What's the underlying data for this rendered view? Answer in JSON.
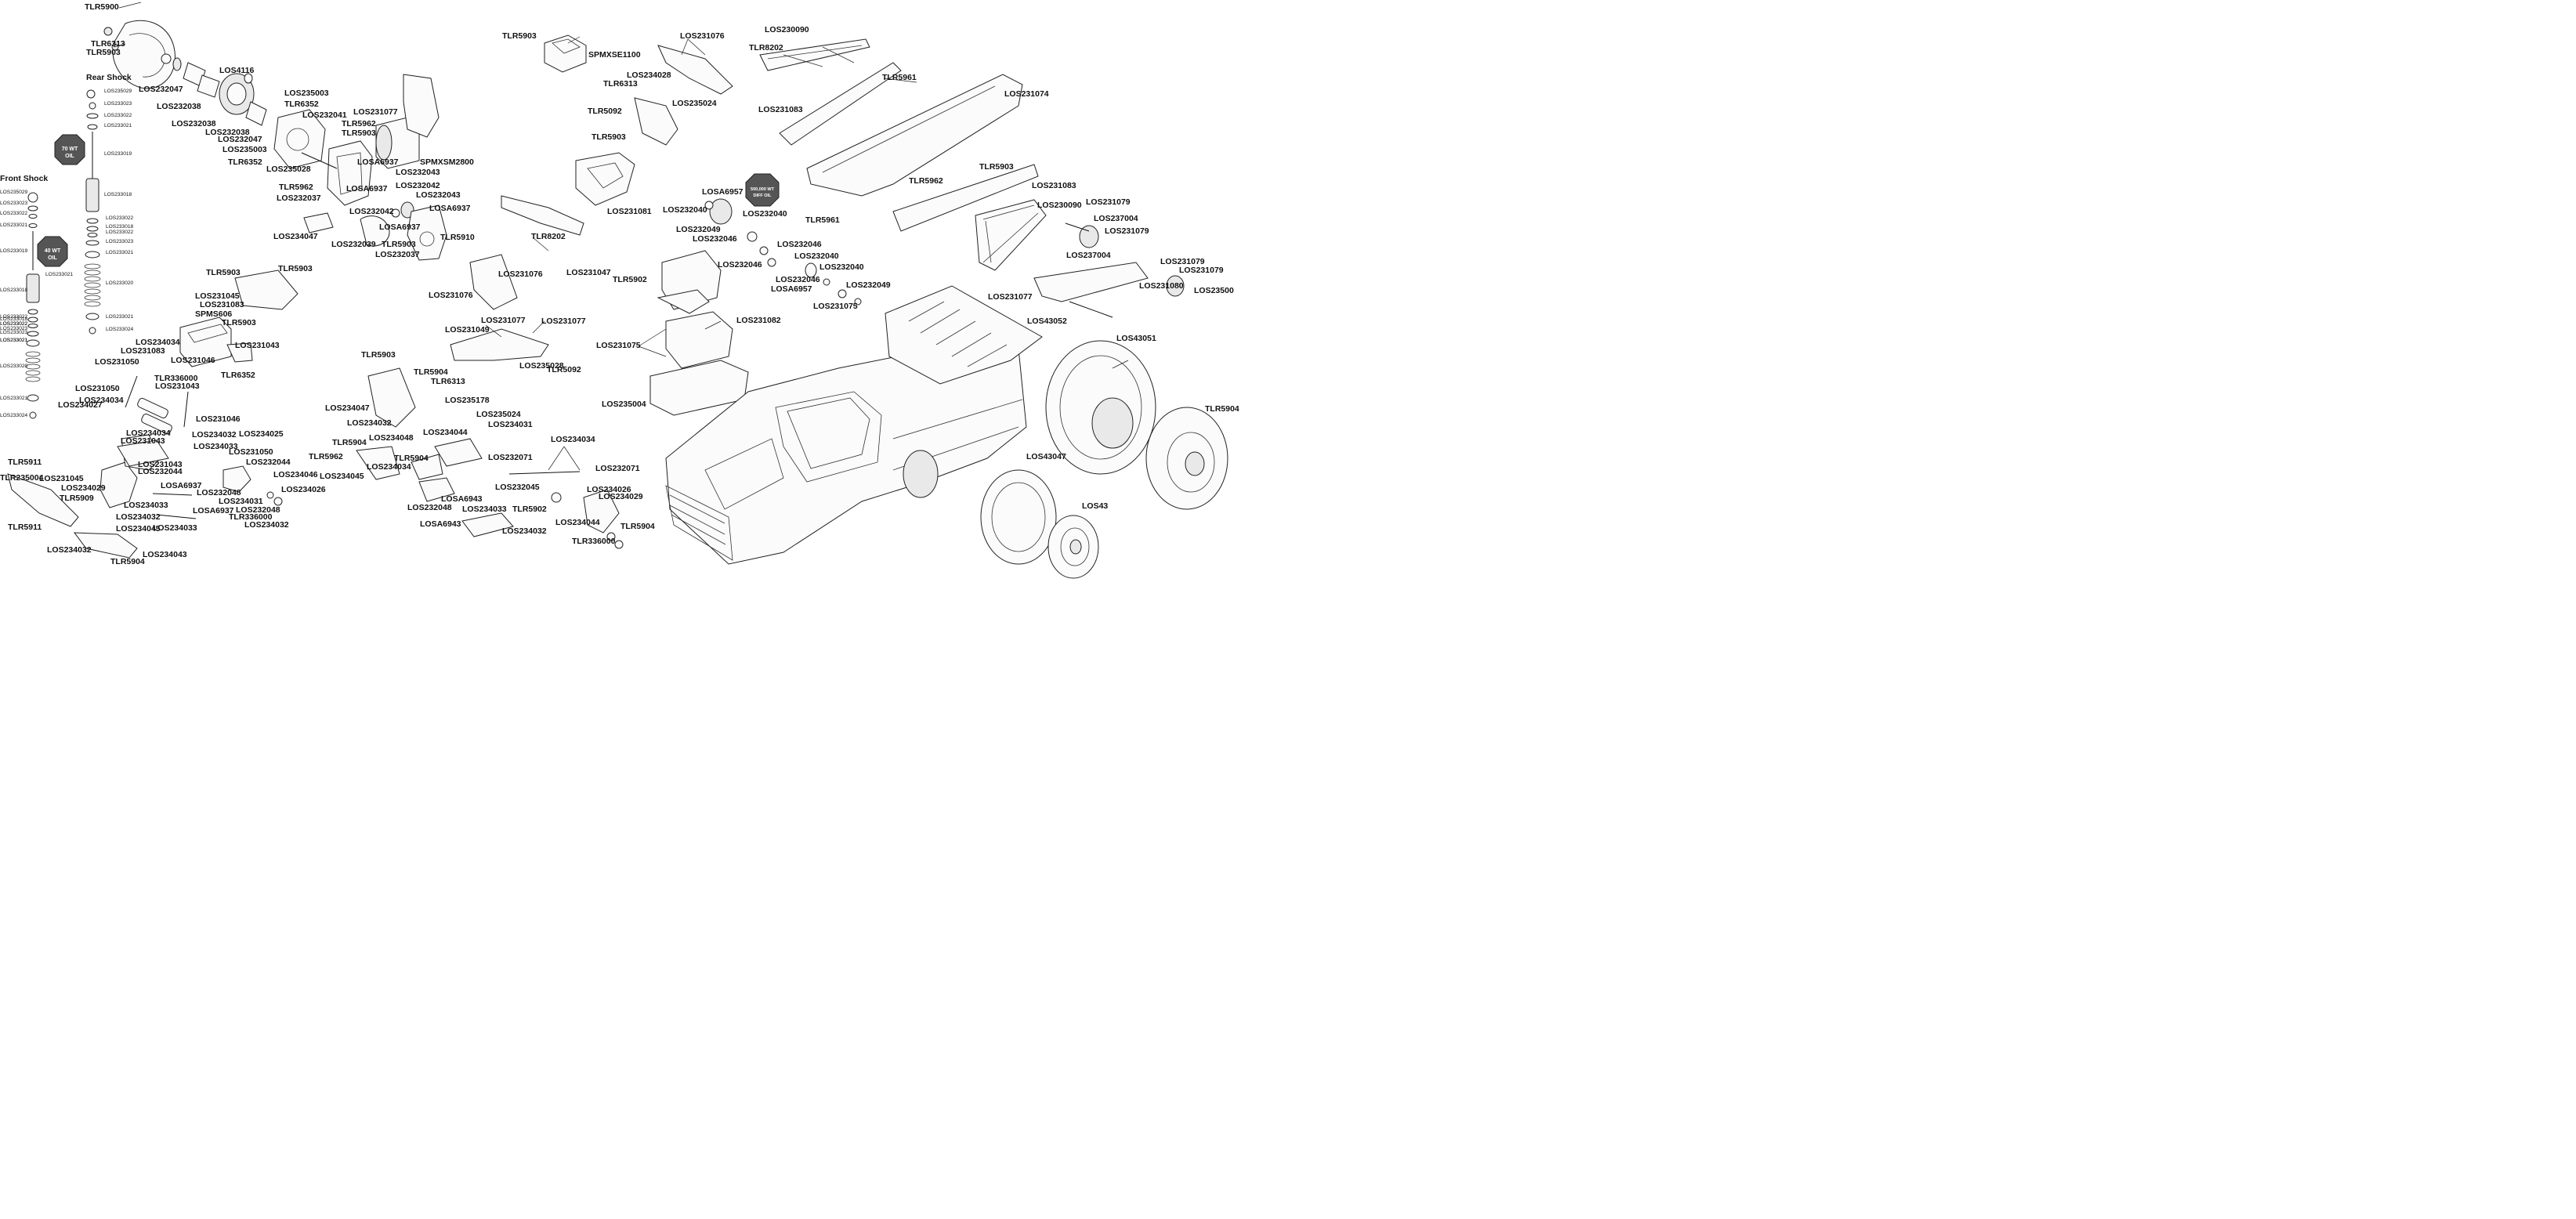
{
  "diagram": {
    "headings": {
      "rear_shock": "Rear Shock",
      "front_shock": "Front Shock"
    },
    "badges": {
      "rear_oil": [
        "70 WT",
        "OIL"
      ],
      "front_oil": [
        "40 WT",
        "OIL"
      ],
      "diff_oil": [
        "500,000 WT",
        "DIFF OIL"
      ]
    },
    "labels": [
      "TLR5900",
      "TLR6313",
      "TLR5903",
      "LOS232047",
      "LOS4116",
      "LOS232038",
      "LOS232038",
      "LOS232038",
      "LOS232047",
      "LOS235003",
      "LOS235003",
      "TLR6352",
      "LOS232041",
      "TLR5962",
      "TLR5903",
      "TLR6352",
      "LOS235028",
      "TLR5962",
      "LOS232037",
      "LOSA6937",
      "LOSA6937",
      "LOS231077",
      "SPMXSM2800",
      "LOS232043",
      "LOS232042",
      "LOS232043",
      "LOS232042",
      "LOSA6937",
      "LOSA6937",
      "TLR5910",
      "LOS234047",
      "LOS232039",
      "TLR5903",
      "LOS232037",
      "TLR5903",
      "SPMXSE1100",
      "LOS231076",
      "LOS230090",
      "TLR8202",
      "LOS234028",
      "TLR6313",
      "LOS235024",
      "TLR5092",
      "TLR5903",
      "LOS231081",
      "TLR8202",
      "LOS231076",
      "LOS231047",
      "LOS231076",
      "TLR5961",
      "LOS231074",
      "LOS231083",
      "TLR5903",
      "LOS231083",
      "TLR5962",
      "LOS230090",
      "TLR5961",
      "LOSA6957",
      "LOS232040",
      "LOS232040",
      "LOS232049",
      "LOS232046",
      "LOS232046",
      "LOS232040",
      "LOS232046",
      "LOS232040",
      "LOS232046",
      "LOS232049",
      "LOSA6957",
      "LOS231075",
      "TLR5902",
      "LOS231082",
      "LOS231075",
      "LOS235004",
      "LOS231079",
      "LOS237004",
      "LOS231079",
      "LOS237004",
      "LOS231079",
      "LOS231079",
      "LOS231080",
      "LOS23500",
      "LOS231077",
      "LOS43052",
      "LOS43051",
      "LOS43047",
      "LOS43",
      "TLR5904",
      "TLR5903",
      "TLR5903",
      "LOS231045",
      "LOS231083",
      "SPMS606",
      "TLR5903",
      "LOS234034",
      "LOS231083",
      "LOS231043",
      "LOS231046",
      "TLR6352",
      "LOS231050",
      "TLR336000",
      "LOS231043",
      "LOS231050",
      "LOS234034",
      "LOS231046",
      "LOS234027",
      "LOS234034",
      "LOS231043",
      "LOS234032",
      "LOS234025",
      "LOS234033",
      "LOS231050",
      "LOS231043",
      "LOS232044",
      "LOS232044",
      "LOS234046",
      "LOSA6937",
      "LOS232048",
      "LOS234026",
      "LOS234031",
      "LOSA6937",
      "LOS232048",
      "TLR336000",
      "LOS234032",
      "TLR5911",
      "LOS231045",
      "LOS234029",
      "TLR5909",
      "LOS234033",
      "TLR235004",
      "LOS234032",
      "TLR5911",
      "LOS234045",
      "LOS234033",
      "LOS234032",
      "LOS234043",
      "TLR5904",
      "LOS231077",
      "LOS231077",
      "LOS231049",
      "LOS235028",
      "TLR5092",
      "TLR5903",
      "TLR5904",
      "TLR6313",
      "LOS235178",
      "LOS235024",
      "LOS234047",
      "LOS234032",
      "LOS234031",
      "TLR5904",
      "LOS234048",
      "LOS234044",
      "TLR5962",
      "TLR5904",
      "LOS234045",
      "LOS234034",
      "LOS234034",
      "LOS232071",
      "LOS232071",
      "LOS234026",
      "LOS232045",
      "LOS234029",
      "TLR5902",
      "LOSA6943",
      "LOS232048",
      "LOS234044",
      "TLR5904",
      "LOSA6943",
      "LOS234033",
      "LOS234032",
      "TLR336000"
    ],
    "shock_parts": [
      "LOS235029",
      "LOS233023",
      "LOS233022",
      "LOS233021",
      "LOS233019",
      "LOS233018",
      "LOS233022",
      "LOS233018",
      "LOS233022",
      "LOS233023",
      "LOS233021",
      "LOS233020",
      "LOS233021",
      "LOS233024",
      "LOS235029",
      "LOS233023",
      "LOS233022",
      "LOS233021",
      "LOS233019",
      "LOS233021",
      "LOS233018",
      "LOS233022",
      "LOS233018",
      "LOS233022",
      "LOS233023",
      "LOS233021",
      "LOS233020",
      "LOS233021",
      "LOS233024",
      "LOS233022",
      "LOS233023",
      "LOS233021"
    ]
  },
  "colors": {
    "ink": "#222222",
    "badge": "#555555",
    "badge_text": "#ffffff"
  }
}
